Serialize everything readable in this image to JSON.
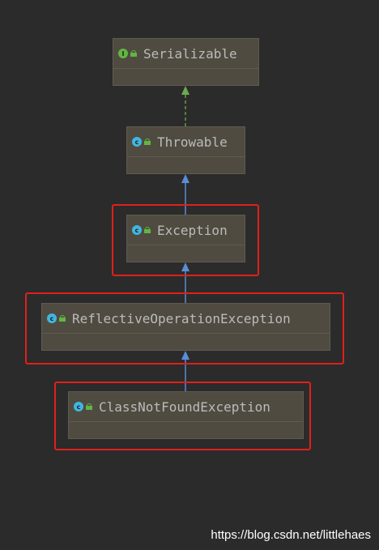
{
  "diagram": {
    "nodes": [
      {
        "id": "serializable",
        "label": "Serializable",
        "kind": "interface",
        "badge": "I"
      },
      {
        "id": "throwable",
        "label": "Throwable",
        "kind": "class",
        "badge": "c"
      },
      {
        "id": "exception",
        "label": "Exception",
        "kind": "class",
        "badge": "c"
      },
      {
        "id": "reflective",
        "label": "ReflectiveOperationException",
        "kind": "class",
        "badge": "c"
      },
      {
        "id": "classnotfound",
        "label": "ClassNotFoundException",
        "kind": "class",
        "badge": "c"
      }
    ],
    "edges": [
      {
        "from": "throwable",
        "to": "serializable",
        "type": "implements",
        "style": "dashed",
        "color": "#5f9e4a"
      },
      {
        "from": "exception",
        "to": "throwable",
        "type": "extends",
        "style": "solid",
        "color": "#5b8dd6"
      },
      {
        "from": "reflective",
        "to": "exception",
        "type": "extends",
        "style": "solid",
        "color": "#5b8dd6"
      },
      {
        "from": "classnotfound",
        "to": "reflective",
        "type": "extends",
        "style": "solid",
        "color": "#5b8dd6"
      }
    ],
    "highlighted": [
      "exception",
      "reflective",
      "classnotfound"
    ],
    "highlight_color": "#e0201b"
  },
  "watermark": "https://blog.csdn.net/littlehaes"
}
